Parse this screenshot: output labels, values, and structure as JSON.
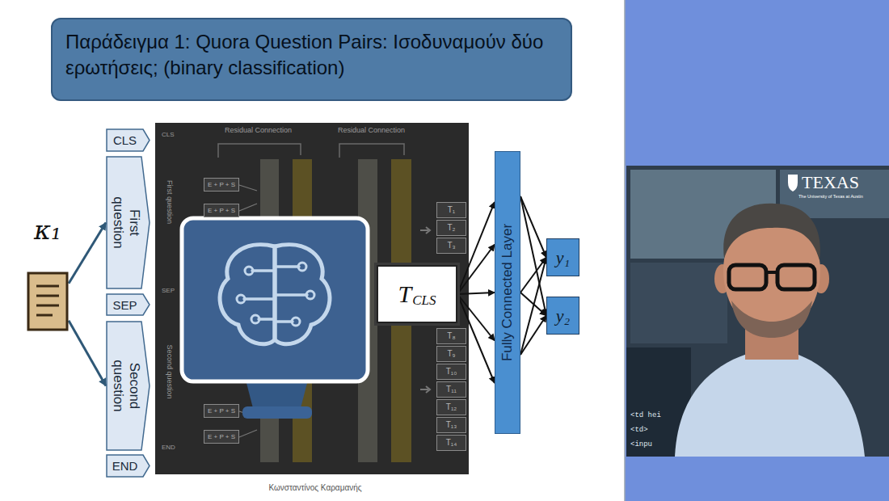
{
  "diagram": {
    "title": "Παράδειγμα 1: Quora Question Pairs: Ισοδυναμούν δύο ερωτήσεις; (binary classification)",
    "caption": "Κωνσταντίνος Καραμανής",
    "nodes": [
      {
        "text": [
          "κ₁"
        ]
      },
      {
        "text": [
          "CLS"
        ]
      },
      {
        "text": [
          "First question"
        ]
      },
      {
        "text": [
          "SEP"
        ]
      },
      {
        "text": [
          "Second question"
        ]
      },
      {
        "text": [
          "END"
        ]
      },
      {
        "text": [
          "T",
          "CLS"
        ]
      },
      {
        "text": [
          "Fully Connected Layer"
        ]
      },
      {
        "text": [
          "y₁"
        ]
      },
      {
        "text": [
          "y₂"
        ]
      }
    ],
    "edges": [
      {
        "from": 0,
        "to": 2,
        "arrow": "to"
      },
      {
        "from": 0,
        "to": 4,
        "arrow": "to"
      },
      {
        "from": 6,
        "to": 7,
        "arrow": "to"
      },
      {
        "from": 7,
        "to": 8,
        "arrow": "to"
      },
      {
        "from": 7,
        "to": 9,
        "arrow": "to"
      }
    ],
    "labels": [
      "Residual Connection",
      "Residual Connection",
      "CLS",
      "First question",
      "SEP",
      "Second question",
      "END",
      "E + P + S",
      "E + P + S",
      "E + P + S",
      "E + P + S",
      "T₁",
      "T₂",
      "T₃",
      "T₈",
      "T₉",
      "T₁₀",
      "T₁₁",
      "T₁₂",
      "T₁₃",
      "T₁₄",
      "TEXAS",
      "The University of Texas at Austin",
      "<td hei",
      "<td>",
      "<inpu"
    ]
  }
}
